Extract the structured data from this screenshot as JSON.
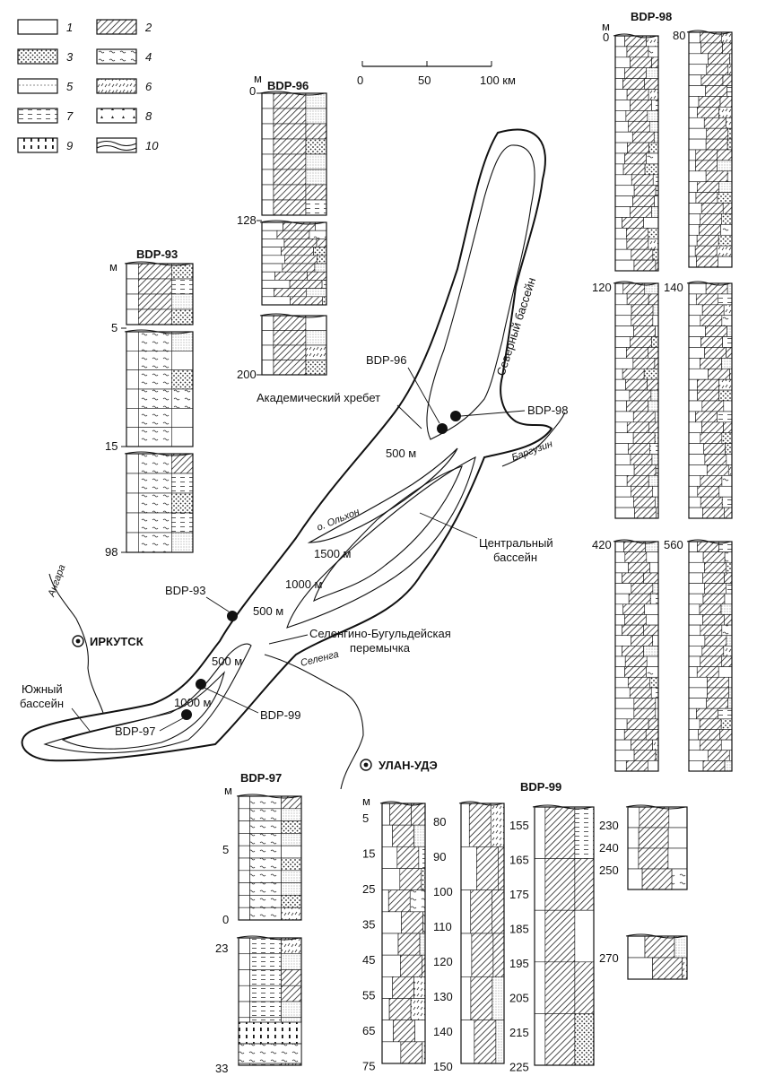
{
  "legend": {
    "items": [
      {
        "num": "1",
        "pattern": "p1"
      },
      {
        "num": "2",
        "pattern": "p2"
      },
      {
        "num": "3",
        "pattern": "p3"
      },
      {
        "num": "4",
        "pattern": "p4"
      },
      {
        "num": "5",
        "pattern": "p5"
      },
      {
        "num": "6",
        "pattern": "p6"
      },
      {
        "num": "7",
        "pattern": "p7"
      },
      {
        "num": "8",
        "pattern": "p8"
      },
      {
        "num": "9",
        "pattern": "p9"
      },
      {
        "num": "10",
        "pattern": "p10"
      }
    ]
  },
  "scale": {
    "ticks": [
      "0",
      "50",
      "100 км"
    ]
  },
  "map": {
    "basins": {
      "north": "Северный бассейн",
      "central": "Центральный\nбассейн",
      "south": "Южный\nбассейн"
    },
    "ridge": "Академический хребет",
    "isthmus": "Селенгино-Бугульдейская\nперемычка",
    "island": "о. Ольхон",
    "depths": {
      "d500a": "500 м",
      "d1500": "1500 м",
      "d1000a": "1000 м",
      "d500b": "500 м",
      "d500c": "500 м",
      "d1000b": "1000 м"
    },
    "rivers": {
      "angara": "Ангара",
      "selenga": "Селенга",
      "barguzin": "Баргузин"
    },
    "cities": {
      "irkutsk": "ИРКУТСК",
      "ulanude": "УЛАН-УДЭ"
    },
    "sites": {
      "bdp96": "BDP-96",
      "bdp98": "BDP-98",
      "bdp93": "BDP-93",
      "bdp99": "BDP-99",
      "bdp97": "BDP-97"
    }
  },
  "columns": {
    "bdp96": {
      "title": "BDP-96",
      "unit": "м",
      "depths": [
        "0",
        "128",
        "200"
      ]
    },
    "bdp93": {
      "title": "BDP-93",
      "unit": "м",
      "depths": [
        "5",
        "15",
        "98"
      ]
    },
    "bdp98": {
      "title": "BDP-98",
      "unit": "м",
      "depths": [
        "0",
        "80",
        "120",
        "140",
        "420",
        "560"
      ]
    },
    "bdp97": {
      "title": "BDP-97",
      "unit": "м",
      "depths": [
        "5",
        "0",
        "23",
        "33"
      ]
    },
    "bdp99": {
      "title": "BDP-99",
      "unit": "м",
      "col1": [
        "5",
        "15",
        "25",
        "35",
        "45",
        "55",
        "65",
        "75"
      ],
      "col2": [
        "80",
        "90",
        "100",
        "110",
        "120",
        "130",
        "140",
        "150"
      ],
      "col3": [
        "155",
        "165",
        "175",
        "185",
        "195",
        "205",
        "215",
        "225"
      ],
      "col4": [
        "230",
        "240",
        "250",
        "270"
      ]
    }
  }
}
